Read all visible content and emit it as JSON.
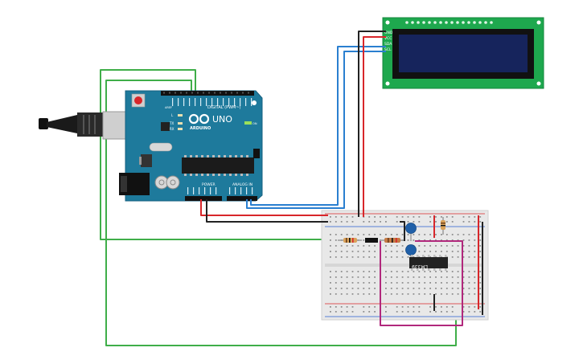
{
  "arduino": {
    "brand": "ARDUINO",
    "model": "UNO",
    "digital_header": "DIGITAL (PWM~)",
    "power_header": "POWER",
    "analog_header": "ANALOG IN",
    "led_l": "L",
    "led_tx": "TX",
    "led_rx": "RX",
    "on_label": "ON",
    "aref": "AREF",
    "gnd": "GND"
  },
  "lcd": {
    "pins": [
      "GND",
      "VCC",
      "SDA",
      "SCL"
    ]
  },
  "chip": {
    "label": "LM339"
  },
  "colors": {
    "wire_green": "#3fae49",
    "wire_red": "#d8262a",
    "wire_black": "#222222",
    "wire_blue": "#2a7fd0",
    "wire_magenta": "#b1287c",
    "board_teal": "#1e7a9c",
    "lcd_pcb": "#1ea84e",
    "lcd_screen": "#16245c",
    "capacitor": "#1f5fa8",
    "breadboard": "#e8e8e8"
  }
}
